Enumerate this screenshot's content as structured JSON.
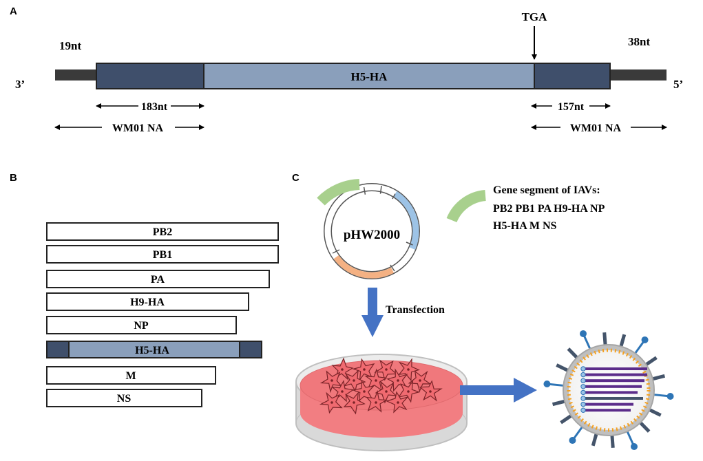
{
  "panel_a": {
    "label": "A",
    "end_left": "3’",
    "end_right": "5’",
    "utr_left": "19nt",
    "utr_right": "38nt",
    "stop_codon": "TGA",
    "gene_label": "H5-HA",
    "left_flank": "183nt",
    "right_flank": "157nt",
    "left_na": "WM01 NA",
    "right_na": "WM01 NA"
  },
  "panel_b": {
    "label": "B",
    "segments": [
      "PB2",
      "PB1",
      "PA",
      "H9-HA",
      "NP",
      "H5-HA",
      "M",
      "NS"
    ]
  },
  "panel_c": {
    "label": "C",
    "plasmid": "pHW2000",
    "legend_line1": "Gene segment of IAVs:",
    "legend_line2": "PB2 PB1 PA H9-HA NP",
    "legend_line3": "H5-HA M NS",
    "transfection": "Transfection"
  },
  "colors": {
    "dark_flank": "#3f4f6b",
    "ha_body": "#8a9fbb",
    "gene_arc": "#a8d08d",
    "plasmid_blue": "#9dc3e6",
    "plasmid_orange": "#f4b183",
    "arrow_blue": "#4472c4",
    "dish_medium": "#f0787c"
  }
}
